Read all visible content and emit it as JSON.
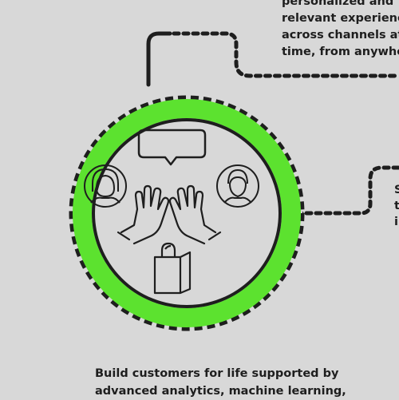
{
  "top_callout": {
    "lines": [
      "personalized and",
      "relevant experienc",
      "across channels at",
      "time, from anywhe"
    ]
  },
  "right_callout": {
    "lines": [
      "S",
      "t",
      "i"
    ]
  },
  "bottom_caption": {
    "lines": [
      "Build customers for life supported by",
      "advanced analytics, machine learning,"
    ]
  },
  "colors": {
    "background": "#d8d8d8",
    "ring": "#5ce22f",
    "stroke": "#1e1e1e",
    "text": "#1e1e1e"
  },
  "icons": [
    "speech-bubble-icon",
    "female-avatar-icon",
    "male-avatar-icon",
    "raised-hands-icon",
    "shopping-bag-icon"
  ]
}
